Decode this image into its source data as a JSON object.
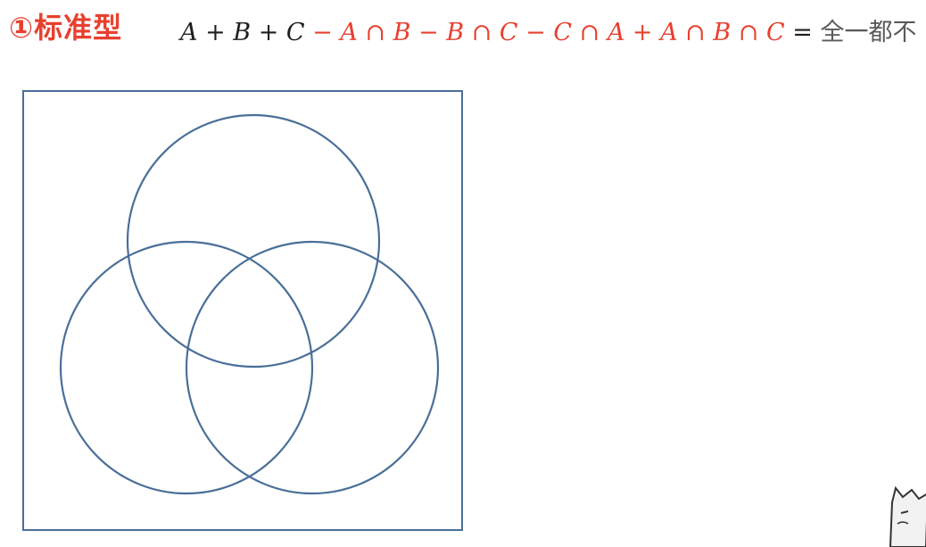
{
  "title": "①标准型",
  "formula": {
    "part_black": "A + B + C",
    "part_red": "− A ∩ B − B ∩ C − C ∩ A + A ∩ B ∩ C",
    "equals": "=",
    "result": "全一都不"
  },
  "colors": {
    "title": "#e8402f",
    "formula_red": "#e8402f",
    "diagram_stroke": "#4a6f98"
  },
  "icons": [
    "mascot-character-icon"
  ]
}
